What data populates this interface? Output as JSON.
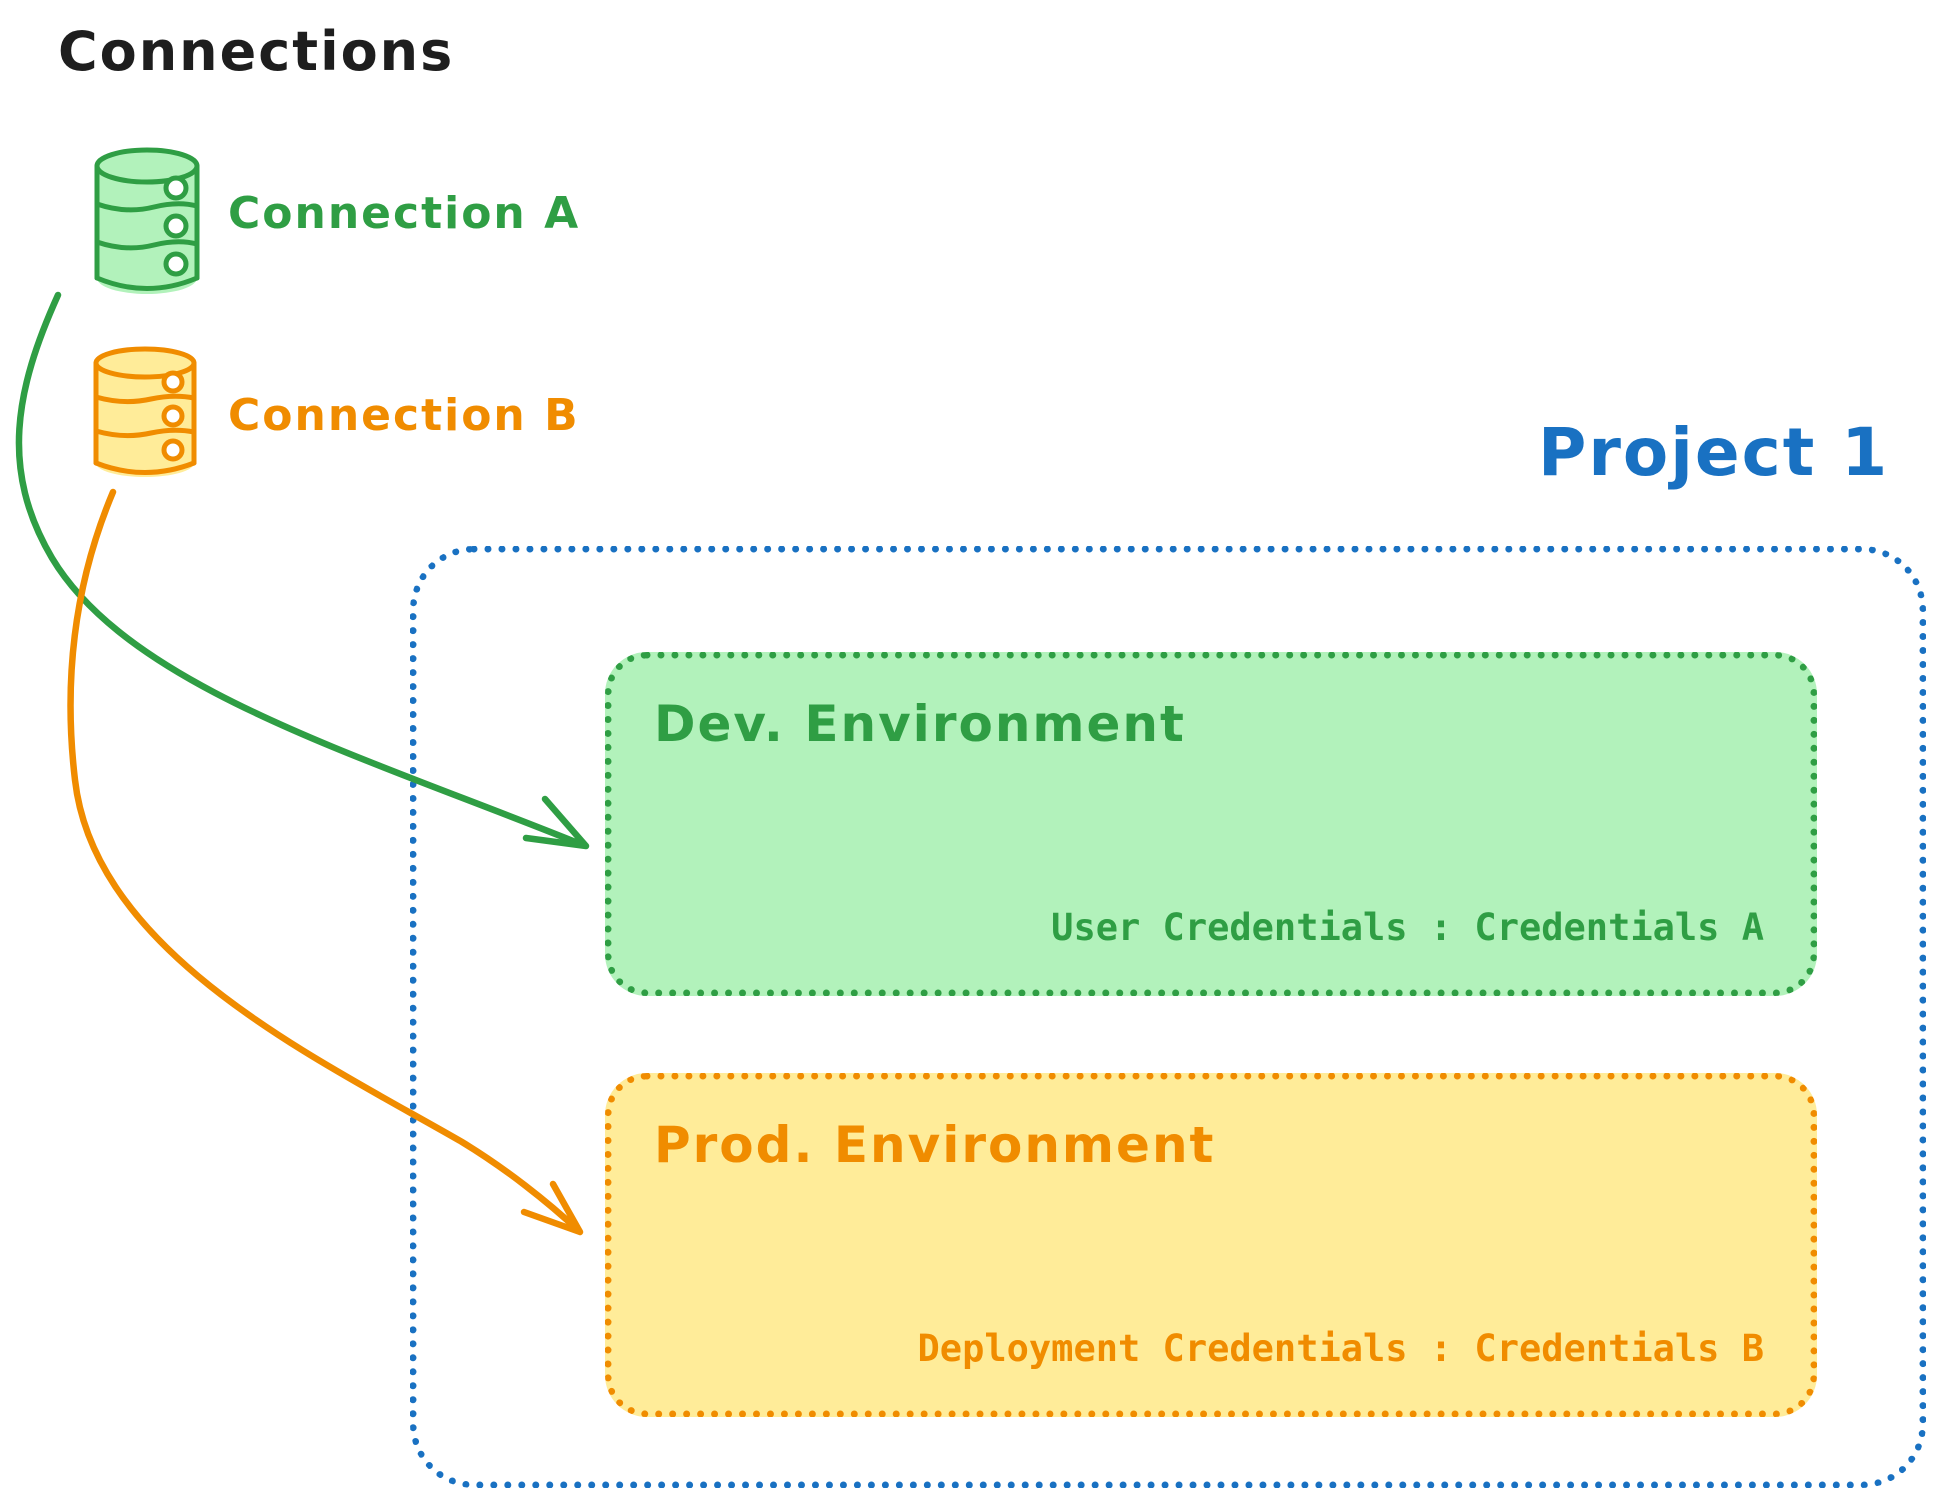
{
  "title": "Connections",
  "connections": [
    {
      "label": "Connection A",
      "icon": "database-icon",
      "stroke_color": "#2f9e44",
      "fill_color": "#b2f2bb"
    },
    {
      "label": "Connection B",
      "icon": "database-icon",
      "stroke_color": "#f08c00",
      "fill_color": "#ffec99"
    }
  ],
  "project": {
    "title": "Project 1",
    "border_color": "#1971c2",
    "environments": [
      {
        "name": "Dev. Environment",
        "credentials": "User Credentials : Credentials A",
        "stroke_color": "#2f9e44",
        "fill_color": "#b2f2bb",
        "linked_connection": "Connection A"
      },
      {
        "name": "Prod. Environment",
        "credentials": "Deployment Credentials : Credentials B",
        "stroke_color": "#f08c00",
        "fill_color": "#ffec99",
        "linked_connection": "Connection B"
      }
    ]
  },
  "colors": {
    "title_text": "#1e1e1e",
    "background": "#ffffff",
    "green": "#2f9e44",
    "green_fill": "#b2f2bb",
    "orange": "#f08c00",
    "orange_fill": "#ffec99",
    "blue": "#1971c2"
  }
}
